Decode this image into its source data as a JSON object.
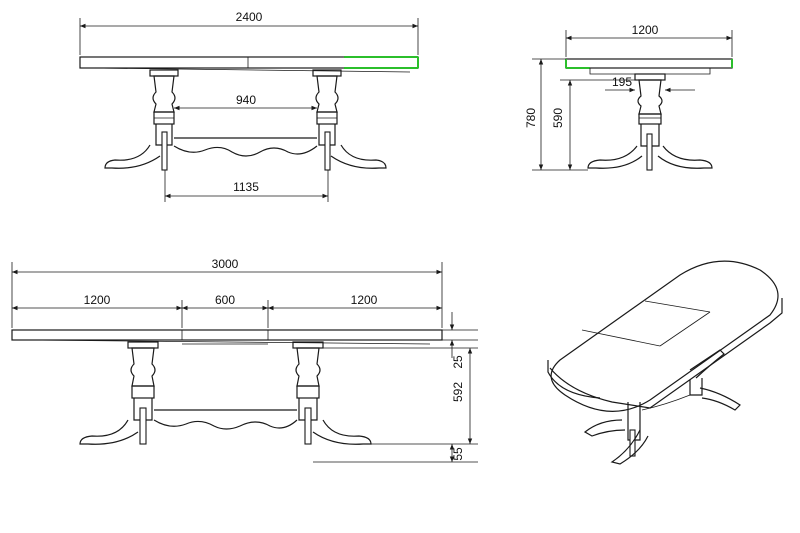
{
  "colors": {
    "line": "#1a1a1a",
    "extension_highlight": "#2bbf2b",
    "background": "#ffffff"
  },
  "views": {
    "front_closed": {
      "overall_length": "2400",
      "leg_spacing": "940",
      "base_spacing": "1135"
    },
    "side": {
      "width": "1200",
      "overhang": "195",
      "total_height": "780",
      "base_height": "590"
    },
    "front_extended": {
      "overall_length": "3000",
      "left_leaf": "1200",
      "center_leaf": "600",
      "right_leaf": "1200",
      "top_thickness": "25",
      "leg_height": "592",
      "foot_height": "55"
    },
    "perspective": {}
  }
}
